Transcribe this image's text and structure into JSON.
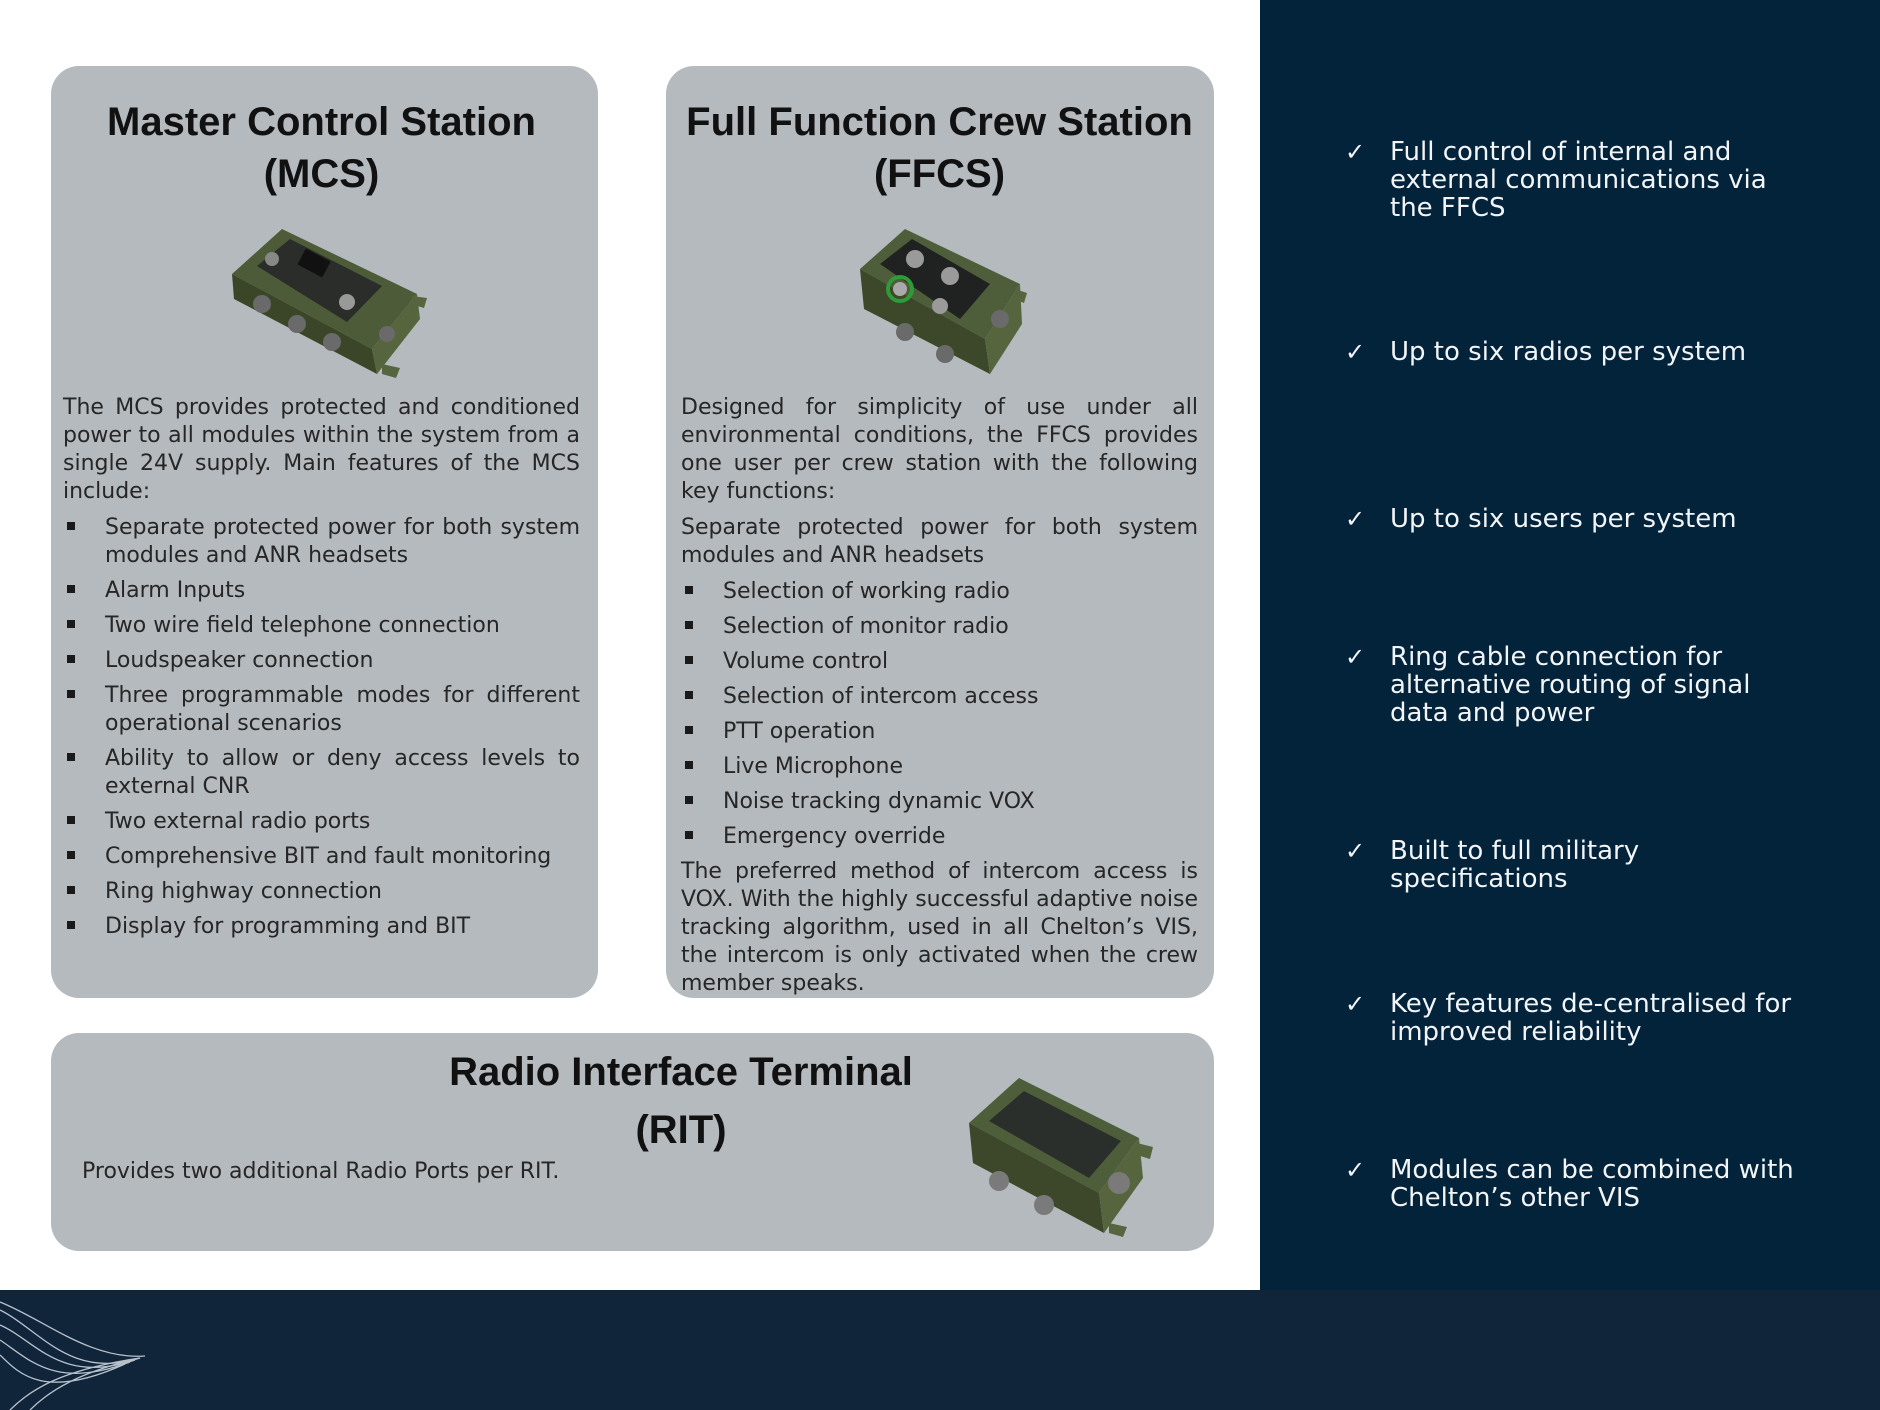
{
  "mcs": {
    "title_line1": "Master Control Station",
    "title_line2": "(MCS)",
    "intro": "The MCS provides protected and conditioned power to all modules within the system from a single 24V supply. Main features of the MCS include:",
    "features": [
      "Separate protected power for both system modules and ANR headsets",
      "Alarm Inputs",
      "Two wire field telephone connection",
      "Loudspeaker connection",
      "Three programmable modes for different operational scenarios",
      "Ability to allow or deny access levels to external CNR",
      "Two external radio ports",
      "Comprehensive BIT and fault monitoring",
      "Ring highway connection",
      "Display for programming and BIT"
    ]
  },
  "ffcs": {
    "title_line1": "Full Function Crew Station",
    "title_line2": "(FFCS)",
    "intro": "Designed for simplicity of use under all environmental conditions, the FFCS provides one user per crew station with the following key functions:",
    "power_text": "Separate protected power for both system modules and ANR headsets",
    "functions": [
      "Selection of working radio",
      "Selection of monitor radio",
      "Volume control",
      "Selection of intercom access",
      "PTT operation",
      "Live Microphone",
      "Noise tracking dynamic VOX",
      "Emergency override"
    ],
    "closing": "The preferred method of intercom access is VOX. With the highly successful adaptive noise tracking algorithm, used in all Chelton’s VIS, the intercom is only activated when the crew member speaks."
  },
  "rit": {
    "title_line1": "Radio Interface Terminal",
    "title_line2": "(RIT)",
    "description": "Provides two additional Radio Ports per RIT."
  },
  "benefits": {
    "check_glyph": "✓",
    "items": [
      "Full control of internal and external communications via the FFCS",
      "Up to six radios per system",
      "Up to six users per system",
      "Ring cable connection for alternative routing of signal data and power",
      "Built to full military specifications",
      "Key features de-centralised for improved reliability",
      "Modules can be combined with Chelton’s other VIS"
    ]
  },
  "colors": {
    "sidebar": "#02233a",
    "footer": "#10243a",
    "card": "#b5babf",
    "device_green": "#4f5e3a"
  }
}
